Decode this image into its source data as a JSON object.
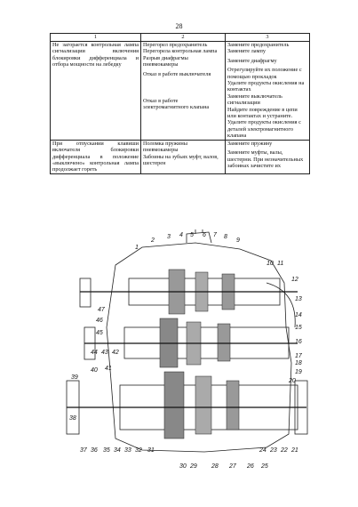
{
  "page_number": "28",
  "table": {
    "headers": [
      "1",
      "2",
      "3"
    ],
    "rows": [
      {
        "symptom": "Не загорается контрольная лампа сигнализации включения блокировки дифференциала и отбора мощности на лебедку",
        "causes": [
          "Перегорел предохранитель",
          "Перегорела контрольная лампа",
          "Разрыв диафрагмы пневмокамеры",
          "Отказ в работе выключателя",
          "Отказ в работе электромагнитного клапана"
        ],
        "remedies": [
          "Замените предохранитель",
          "Замените лампу",
          "Замените диафрагму",
          "Отрегулируйте их положение с помощью прокладок",
          "Удалите продукты окисления на контактах",
          "Замените выключатель сигнализации",
          "Найдите повреждение в цепи или контактах и устраните. Удалите продукты окисления с деталей электромагнитного клапана"
        ]
      },
      {
        "symptom": "При отпускании клавиши включателя блокировки дифференциала в положение «выключено» контрольная лампа продолжает гореть",
        "causes": [
          "Поломка пружины пневмокамеры",
          "Забоины на зубьях муфт, валов, шестерен"
        ],
        "remedies": [
          "Замените пружину",
          "Замените муфты, валы, шестерни. При незначительных забоинах зачистите их"
        ]
      }
    ]
  },
  "drawing": {
    "callouts_top": [
      "1",
      "2",
      "3",
      "4",
      "5",
      "6",
      "7",
      "8",
      "9"
    ],
    "callouts_right": [
      "10",
      "11",
      "12",
      "13",
      "14",
      "15",
      "16",
      "17",
      "18",
      "19",
      "20"
    ],
    "callouts_bottom": [
      "37",
      "36",
      "35",
      "34",
      "33",
      "32",
      "31",
      "30",
      "29",
      "28",
      "27",
      "26",
      "25",
      "24",
      "23",
      "22",
      "21"
    ],
    "callouts_left": [
      "47",
      "46",
      "45",
      "44",
      "43",
      "42",
      "41",
      "40",
      "39",
      "38"
    ]
  }
}
